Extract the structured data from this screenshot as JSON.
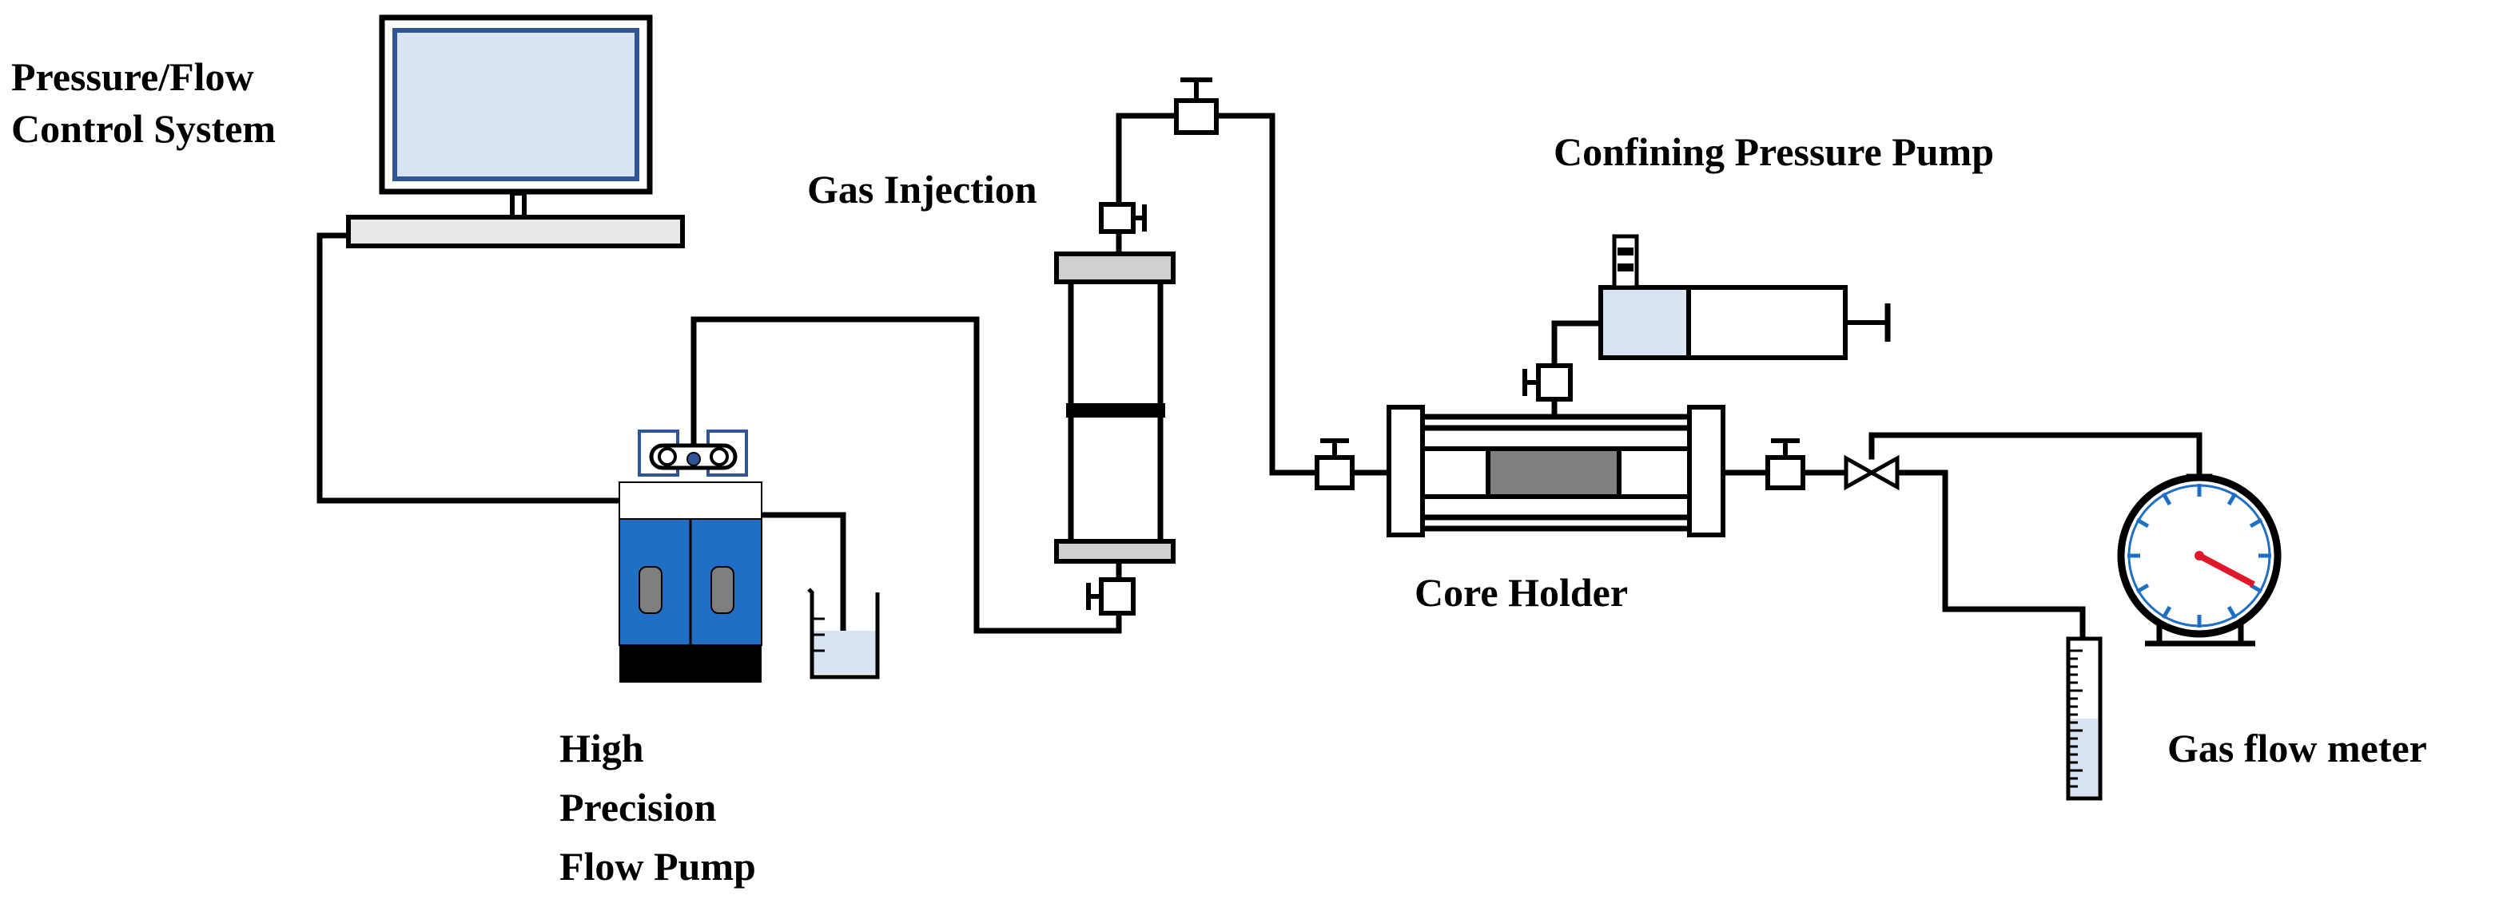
{
  "labels": {
    "control_system": [
      "Pressure/Flow",
      "Control System"
    ],
    "flow_pump": [
      "High",
      "Precision",
      "Flow Pump"
    ],
    "gas_injection": "Gas Injection",
    "confining_pump": "Confining Pressure Pump",
    "core_holder": "Core Holder",
    "gas_flow_meter": "Gas flow meter"
  },
  "colors": {
    "line": "#000000",
    "screen": "#d9e4f2",
    "screen_border": "#2f5597",
    "pump_body": "#1f6fc4",
    "pump_window": "#7f7f7f",
    "liquid": "#d9e4f2",
    "sample": "#7f7f7f",
    "needle": "#e0192a",
    "gauge_ticks": "#1f6fc4"
  },
  "icons": [
    "computer-monitor-icon",
    "keyboard-icon",
    "flow-pump-icon",
    "beaker-icon",
    "gas-cylinder-icon",
    "valve-icon",
    "syringe-pump-icon",
    "core-holder-icon",
    "needle-valve-icon",
    "pressure-gauge-icon",
    "graduated-cylinder-icon"
  ]
}
